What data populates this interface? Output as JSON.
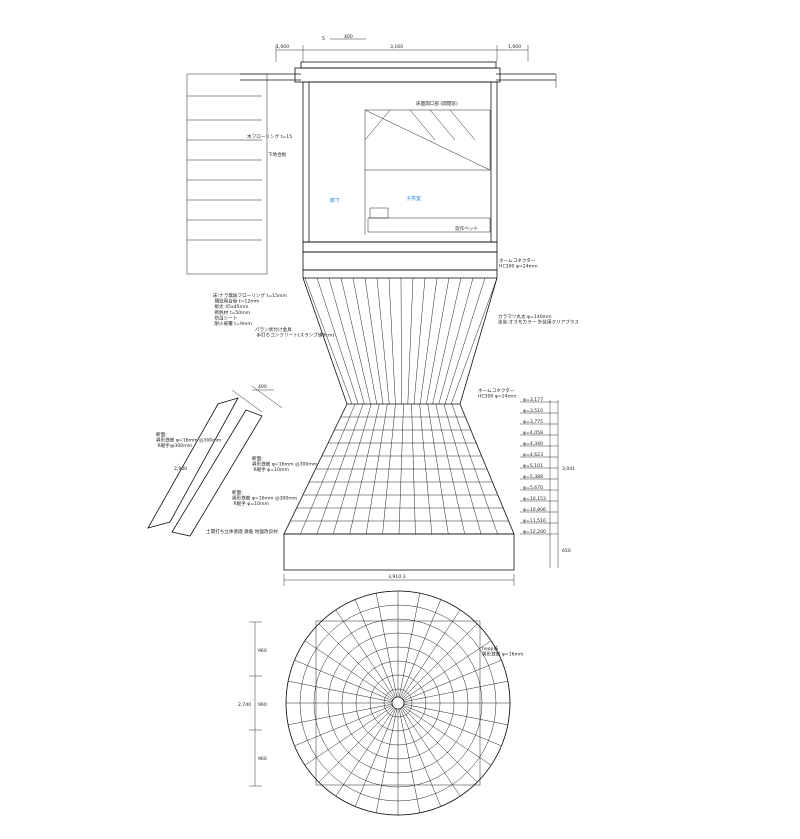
{
  "dimensions": {
    "top_left": "1,000",
    "top_middle": "3,160",
    "top_right": "1,000",
    "top_small_a": "5",
    "top_small_b": "400",
    "detail_width": "400",
    "detail_length": "2,900",
    "base_width": "3,910.3",
    "plan_total": "2,740",
    "plan_seg_a": "960",
    "plan_seg_b": "960",
    "plan_seg_c": "960",
    "right_total_a": "3,041",
    "right_total_b": "650"
  },
  "labels": {
    "skylight_note": "床面開口部 (開閉窓)",
    "furniture_note": "木フローリング t=15",
    "floor_note": "下地合板",
    "entry_room": "廊下",
    "child_room": "子供室",
    "bed_note": "造作ベッド",
    "lower_joint": "ホームコネクター\nHC300 φ=24mm",
    "floor_spec": "床:ナラ無垢フローリング t=15mm\n  構造用合板 t=12mm\n  根太 45x45mm\n  断熱材 t=50mm\n  防湿シート\n  耐火被覆 t=9mm",
    "concrete_note": "パラン状付け金具\n  手打ちコンクリート(スランプ値8cm)",
    "column_note": "カラマツ丸太 φ=140mm\n塗装:オスモカラー 外装用クリアプラス",
    "mid_joint": "ホームコネクター\nHC300 φ=24mm",
    "detail_a": "断面:\n異形鉄筋 φ=16mm @300mm\n R継手@300mm",
    "detail_b": "断面:\n異形鉄筋 φ=16mm @300mm\n R継手 φ=10mm",
    "detail_c": "断面:\n異形鉄筋 φ=16mm @300mm\n R継手 φ=10mm",
    "foundation_note": "土間打ち立体基礎 鉄筋 地盤改良材",
    "plan_note": "hoop筋\n異形鉄筋 φ=16mm"
  },
  "levels": [
    "φ=3,177",
    "φ=3,510",
    "φ=3,775",
    "φ=4,058",
    "φ=4,340",
    "φ=4,623",
    "φ=5,101",
    "φ=5,388",
    "φ=5,670",
    "φ=10,153",
    "φ=10,806",
    "φ=11,516",
    "φ=12,200"
  ]
}
